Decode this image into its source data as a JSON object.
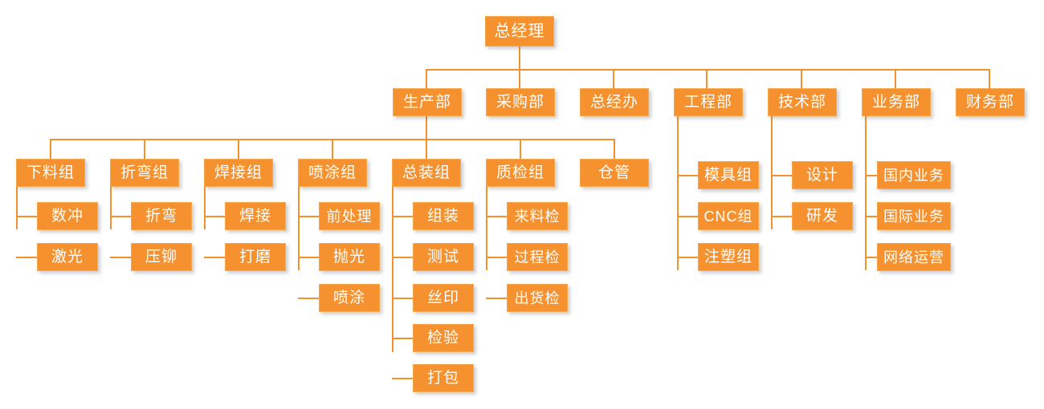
{
  "chart_title": "",
  "theme": {
    "box_fill": "#f5922f",
    "box_border": "#f7a74e",
    "line_color": "#f2912e",
    "text_color": "#ffffff",
    "background": "#ffffff"
  },
  "org": {
    "root": {
      "label": "总经理"
    },
    "departments": [
      {
        "label": "生产部"
      },
      {
        "label": "采购部"
      },
      {
        "label": "总经办"
      },
      {
        "label": "工程部"
      },
      {
        "label": "技术部"
      },
      {
        "label": "业务部"
      },
      {
        "label": "财务部"
      }
    ],
    "production_groups": [
      {
        "label": "下料组"
      },
      {
        "label": "折弯组"
      },
      {
        "label": "焊接组"
      },
      {
        "label": "喷涂组"
      },
      {
        "label": "总装组"
      },
      {
        "label": "质检组"
      },
      {
        "label": "仓管"
      }
    ],
    "sub_items": {
      "xialiao": [
        {
          "label": "数冲"
        },
        {
          "label": "激光"
        }
      ],
      "zhewan": [
        {
          "label": "折弯"
        },
        {
          "label": "压铆"
        }
      ],
      "hanjie": [
        {
          "label": "焊接"
        },
        {
          "label": "打磨"
        }
      ],
      "pentu": [
        {
          "label": "前处理"
        },
        {
          "label": "抛光"
        },
        {
          "label": "喷涂"
        }
      ],
      "zongzhuang": [
        {
          "label": "组装"
        },
        {
          "label": "测试"
        },
        {
          "label": "丝印"
        },
        {
          "label": "检验"
        },
        {
          "label": "打包"
        }
      ],
      "zhijian": [
        {
          "label": "来料检"
        },
        {
          "label": "过程检"
        },
        {
          "label": "出货检"
        }
      ],
      "gongcheng": [
        {
          "label": "模具组"
        },
        {
          "label": "CNC组"
        },
        {
          "label": "注塑组"
        }
      ],
      "jishu": [
        {
          "label": "设计"
        },
        {
          "label": "研发"
        }
      ],
      "yewu": [
        {
          "label": "国内业务"
        },
        {
          "label": "国际业务"
        },
        {
          "label": "网络运营"
        }
      ]
    }
  }
}
